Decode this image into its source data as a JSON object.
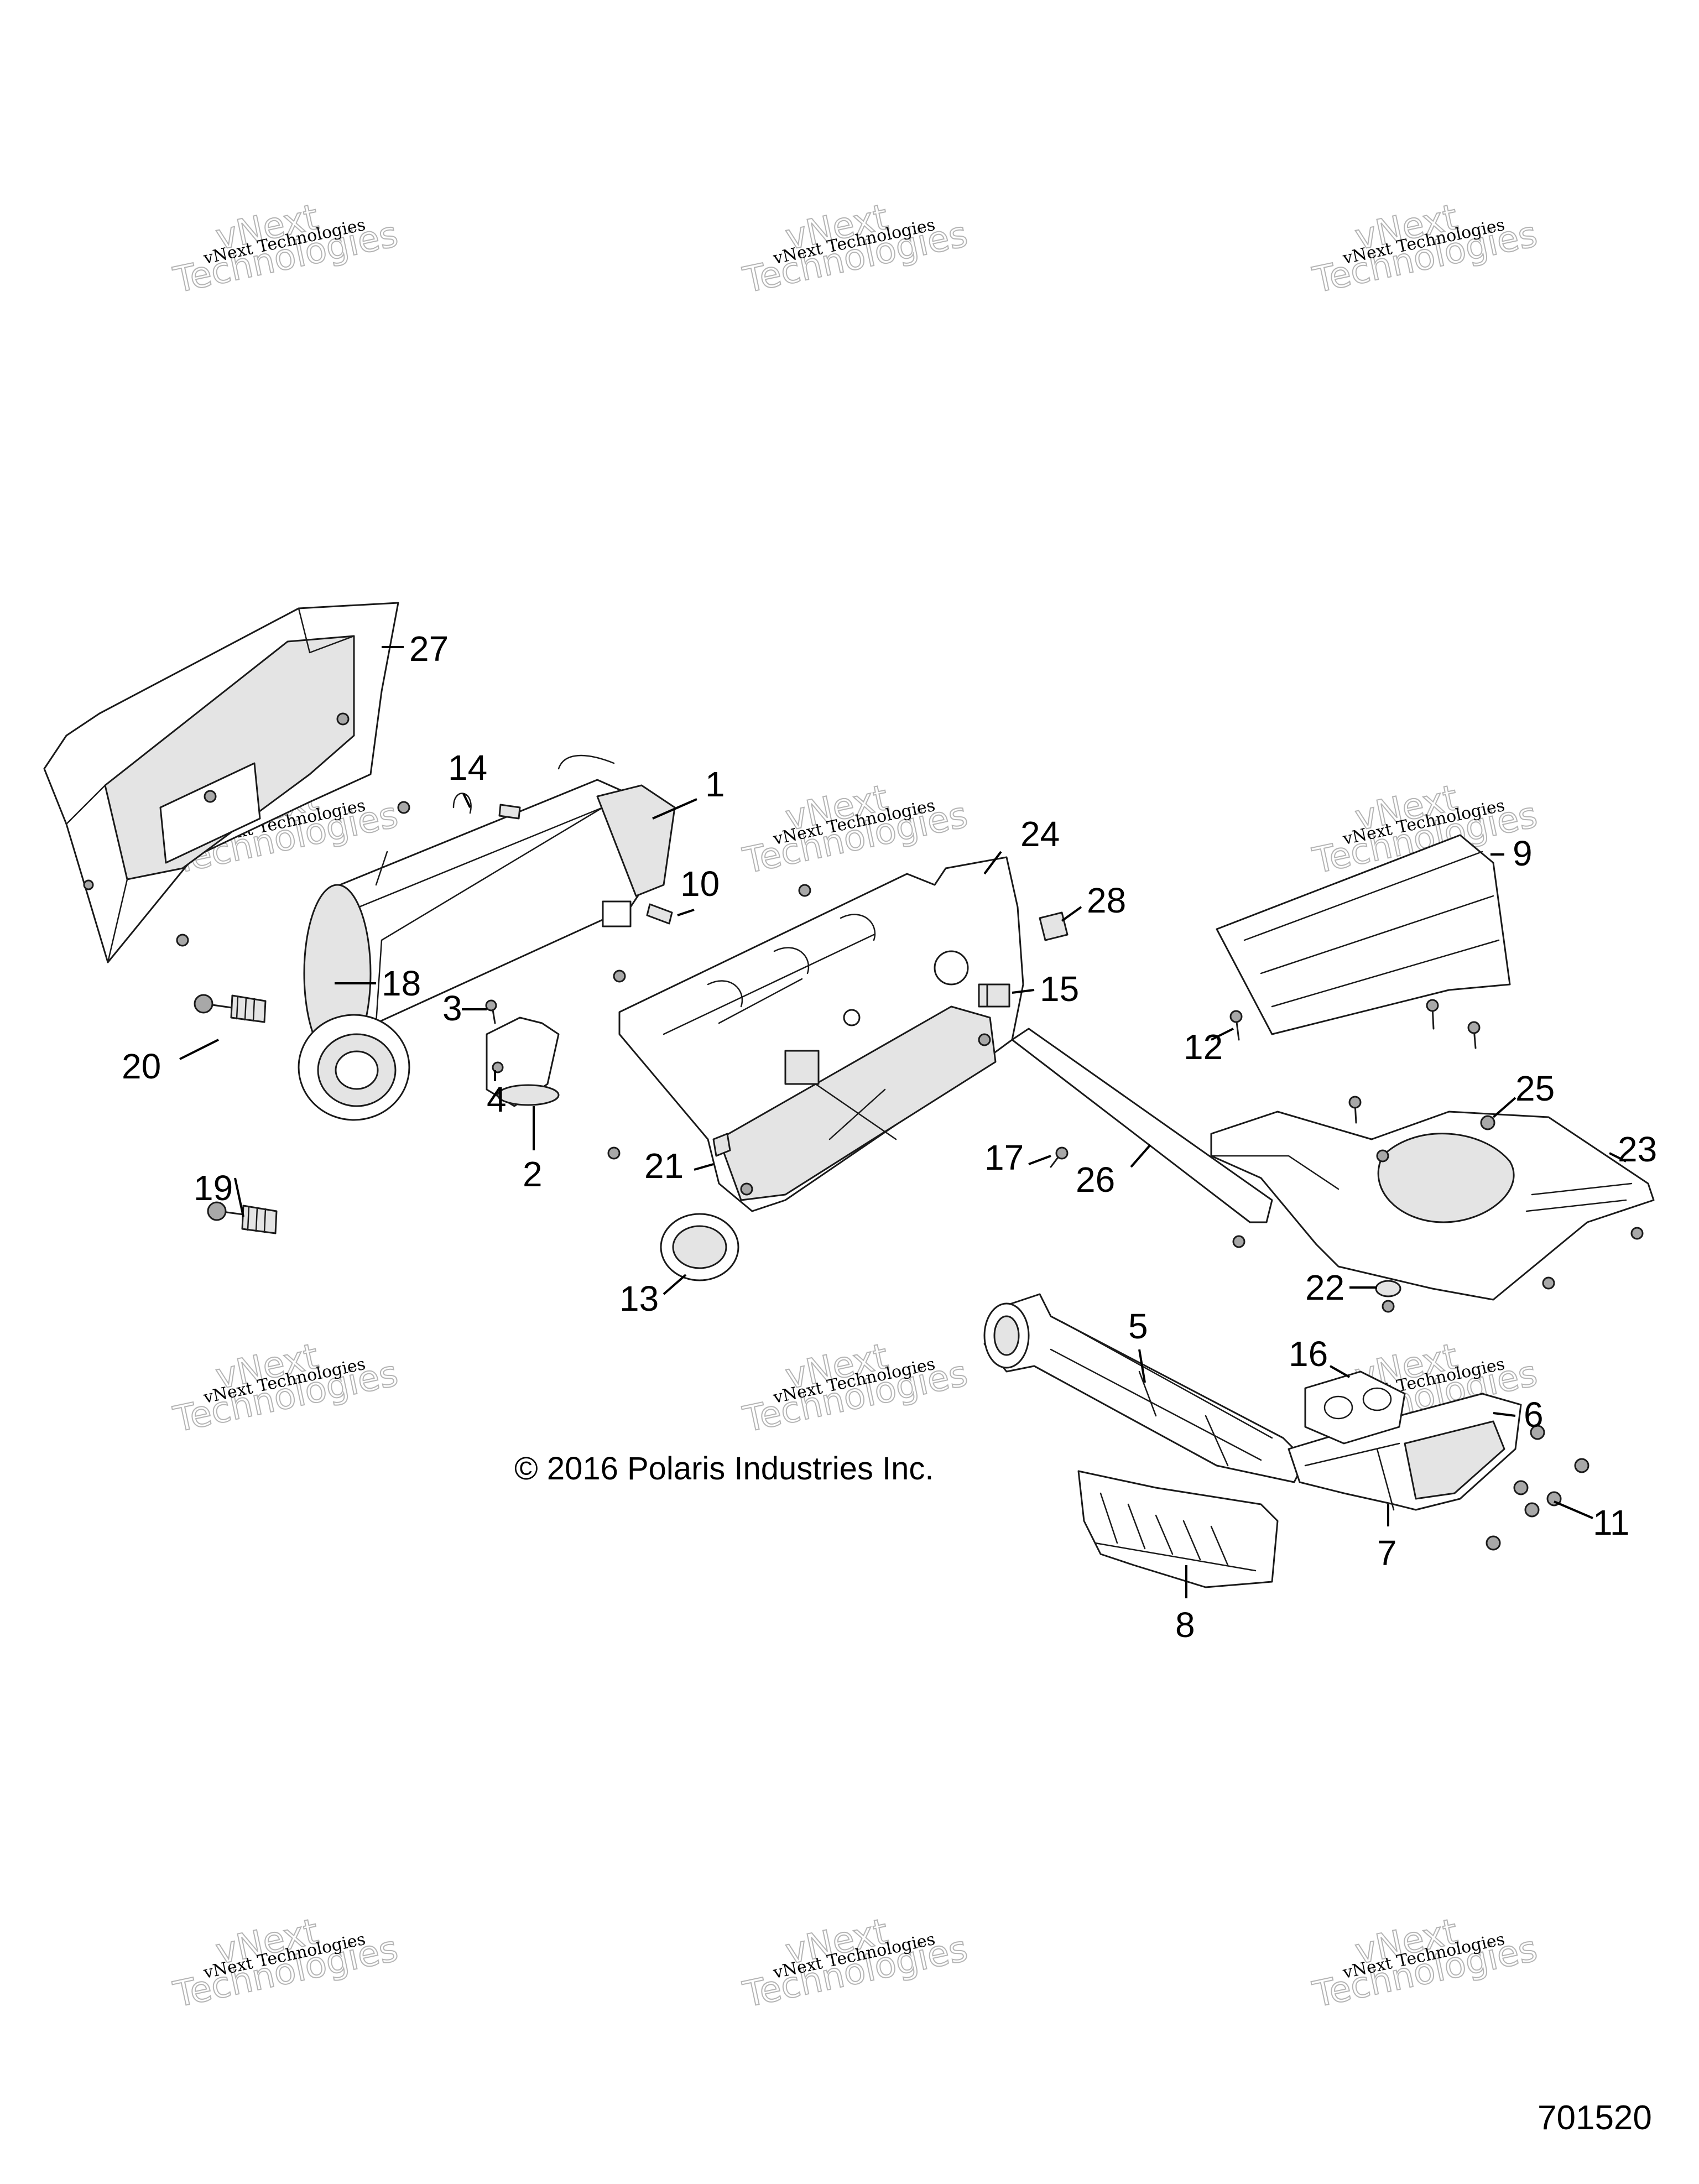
{
  "copyright": "© 2016 Polaris Industries Inc.",
  "diagram_number": "701520",
  "watermark": {
    "line_small": "vNext Technologies",
    "line_big_1": "vNext",
    "line_big_2": "Technologies"
  },
  "callouts": [
    "1",
    "2",
    "3",
    "4",
    "5",
    "6",
    "7",
    "8",
    "9",
    "10",
    "11",
    "12",
    "13",
    "14",
    "15",
    "16",
    "17",
    "18",
    "19",
    "20",
    "21",
    "22",
    "23",
    "24",
    "25",
    "26",
    "27",
    "28"
  ],
  "colors": {
    "ink": "#000000",
    "line": "#1a1a1a",
    "shade": "#e4e4e4",
    "watermark": "#b4b4b4"
  }
}
